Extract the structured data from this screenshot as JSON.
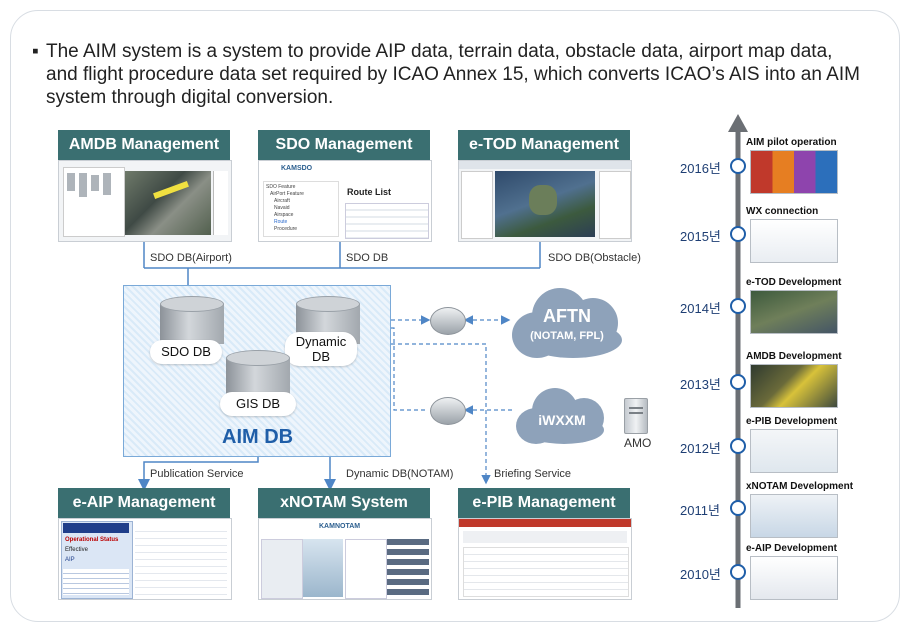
{
  "intro": {
    "bullet": "▪",
    "text": "The AIM system is a system to provide AIP data, terrain data, obstacle data, airport map data, and flight procedure data set required by ICAO Annex 15, which converts ICAO’s AIS into an AIM system through digital conversion."
  },
  "top_modules": [
    {
      "title": "AMDB Management",
      "db_label": "SDO DB(Airport)"
    },
    {
      "title": "SDO Management",
      "db_label": "SDO DB",
      "screen_logo": "KAMSDO",
      "screen_heading": "Route List",
      "screen_tree": [
        "SDO Feature",
        "AirPort Feature",
        "Aircraft",
        "Navaid",
        "Airspace",
        "Route",
        "Procedure"
      ]
    },
    {
      "title": "e-TOD Management",
      "db_label": "SDO DB(Obstacle)"
    }
  ],
  "aimdb": {
    "label": "AIM DB",
    "dbs": {
      "sdo": "SDO DB",
      "dynamic_line1": "Dynamic",
      "dynamic_line2": "DB",
      "gis": "GIS DB"
    }
  },
  "network": {
    "aftn_line1": "AFTN",
    "aftn_line2": "(NOTAM, FPL)",
    "iwxxm": "iWXXM",
    "amo": "AMO"
  },
  "bottom_modules": [
    {
      "title": "e-AIP Management",
      "link_label": "Publication Service",
      "screen_lines": [
        "Operational Status",
        "Effective",
        "AIP"
      ]
    },
    {
      "title": "xNOTAM  System",
      "link_label": "Dynamic DB(NOTAM)",
      "screen_logo": "KAMNOTAM"
    },
    {
      "title": "e-PIB Management",
      "link_label": "Briefing Service"
    }
  ],
  "timeline": [
    {
      "year": "2016년",
      "label": "AIM pilot operation"
    },
    {
      "year": "2015년",
      "label": "WX connection"
    },
    {
      "year": "2014년",
      "label": "e-TOD Development"
    },
    {
      "year": "2013년",
      "label": "AMDB Development"
    },
    {
      "year": "2012년",
      "label": "e-PIB Development"
    },
    {
      "year": "2011년",
      "label": "xNOTAM Development"
    },
    {
      "year": "2010년",
      "label": "e-AIP Development"
    }
  ],
  "colors": {
    "module_header": "#3a6f71",
    "accent": "#1f5ea8",
    "cloud": "#8ea2ba",
    "arrow": "#4f86c6"
  }
}
